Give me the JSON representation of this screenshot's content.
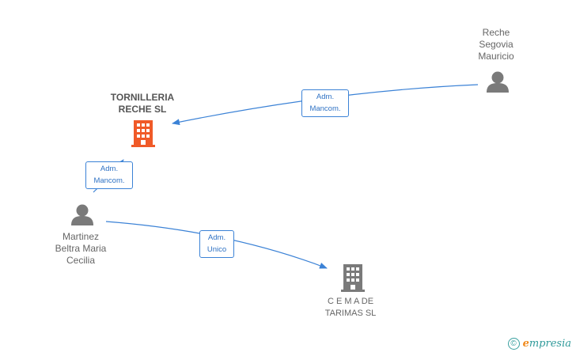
{
  "nodes": {
    "tornilleria": {
      "name_line1": "TORNILLERIA",
      "name_line2": "RECHE SL",
      "type": "company",
      "color": "#f05a28"
    },
    "reche": {
      "name_line1": "Reche",
      "name_line2": "Segovia",
      "name_line3": "Mauricio",
      "type": "person",
      "color": "#7a7a7a"
    },
    "martinez": {
      "name_line1": "Martinez",
      "name_line2": "Beltra Maria",
      "name_line3": "Cecilia",
      "type": "person",
      "color": "#7a7a7a"
    },
    "cemade": {
      "name_line1": "C E M A DE",
      "name_line2": "TARIMAS SL",
      "type": "company",
      "color": "#7a7a7a"
    }
  },
  "edges": {
    "reche_to_tornilleria": {
      "line1": "Adm.",
      "line2": "Mancom."
    },
    "martinez_to_tornilleria": {
      "line1": "Adm.",
      "line2": "Mancom."
    },
    "martinez_to_cemade": {
      "line1": "Adm.",
      "line2": "Unico"
    }
  },
  "edge_color": "#3b82d6",
  "watermark": {
    "symbol": "©",
    "brand_initial": "e",
    "brand_rest": "mpresia"
  }
}
